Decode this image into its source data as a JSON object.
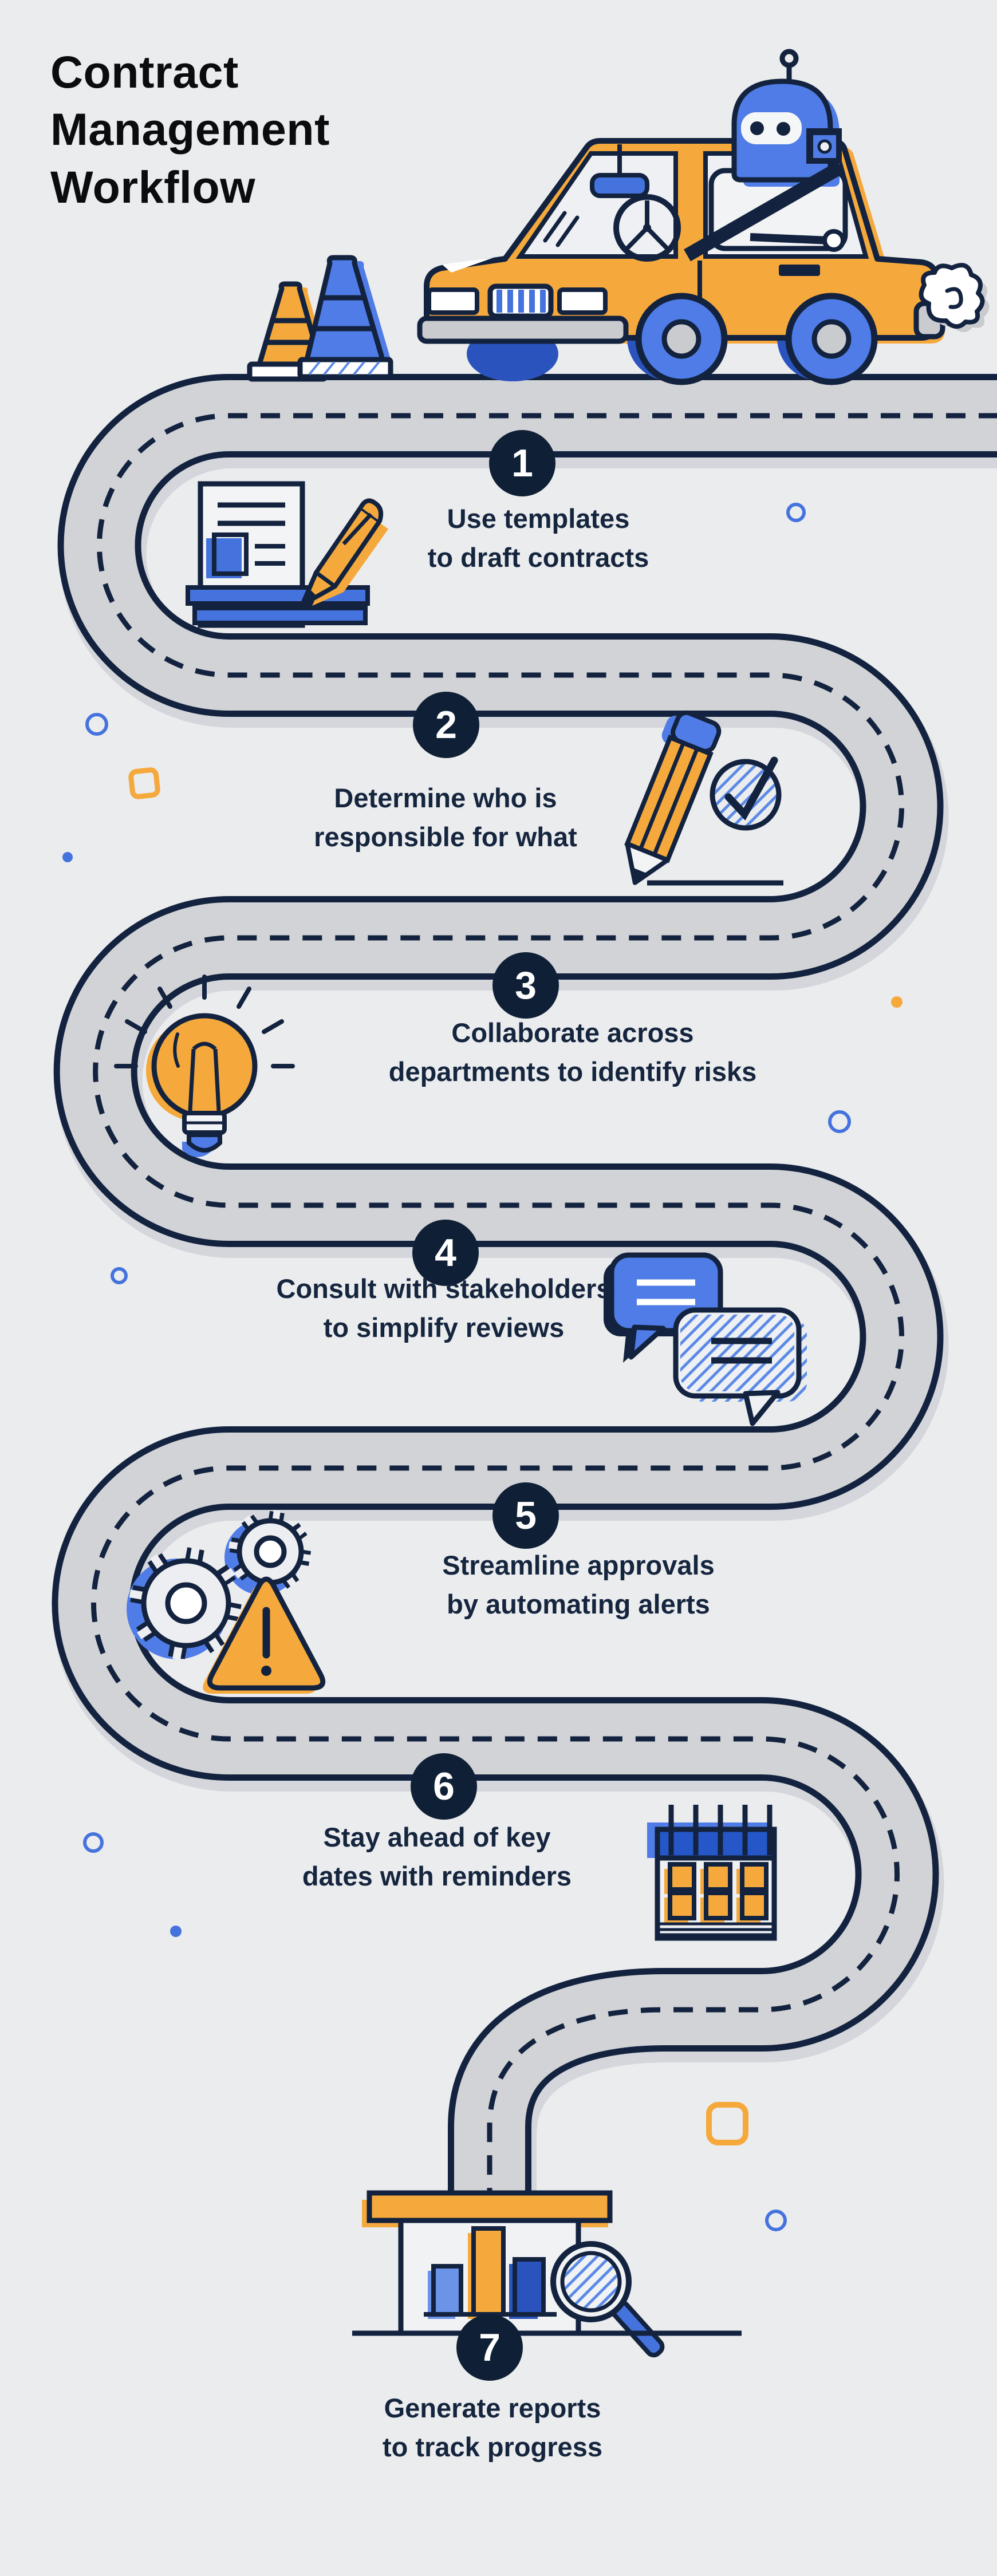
{
  "title": "Contract\nManagement\nWorkflow",
  "steps": [
    {
      "num": "1",
      "label": "Use templates\nto draft contracts",
      "icon": "contract-document-icon"
    },
    {
      "num": "2",
      "label": "Determine who is\nresponsible for what",
      "icon": "pencil-check-icon"
    },
    {
      "num": "3",
      "label": "Collaborate across\ndepartments to identify risks",
      "icon": "lightbulb-icon"
    },
    {
      "num": "4",
      "label": "Consult with stakeholders\nto simplify reviews",
      "icon": "chat-bubbles-icon"
    },
    {
      "num": "5",
      "label": "Streamline approvals\nby automating alerts",
      "icon": "gears-alert-icon"
    },
    {
      "num": "6",
      "label": "Stay ahead of key\ndates with reminders",
      "icon": "calendar-icon"
    },
    {
      "num": "7",
      "label": "Generate reports\nto track progress",
      "icon": "report-building-icon"
    }
  ],
  "illustration": {
    "road": "winding-road",
    "car": "robot-driving-car-illustration",
    "cones": "traffic-cones-illustration",
    "exhaust": "exhaust-smoke-illustration",
    "magnifier": "magnifier-icon"
  },
  "colors": {
    "background": "#EBECEE",
    "road_gray": "#D2D3D6",
    "outline_navy": "#13233F",
    "badge_navy": "#0F2036",
    "blue": "#4F7CE6",
    "dark_blue": "#2A53BD",
    "orange": "#F5A93C",
    "text_navy": "#15253E",
    "bumper_gray": "#C9CBCF",
    "white": "#FFFFFF"
  }
}
